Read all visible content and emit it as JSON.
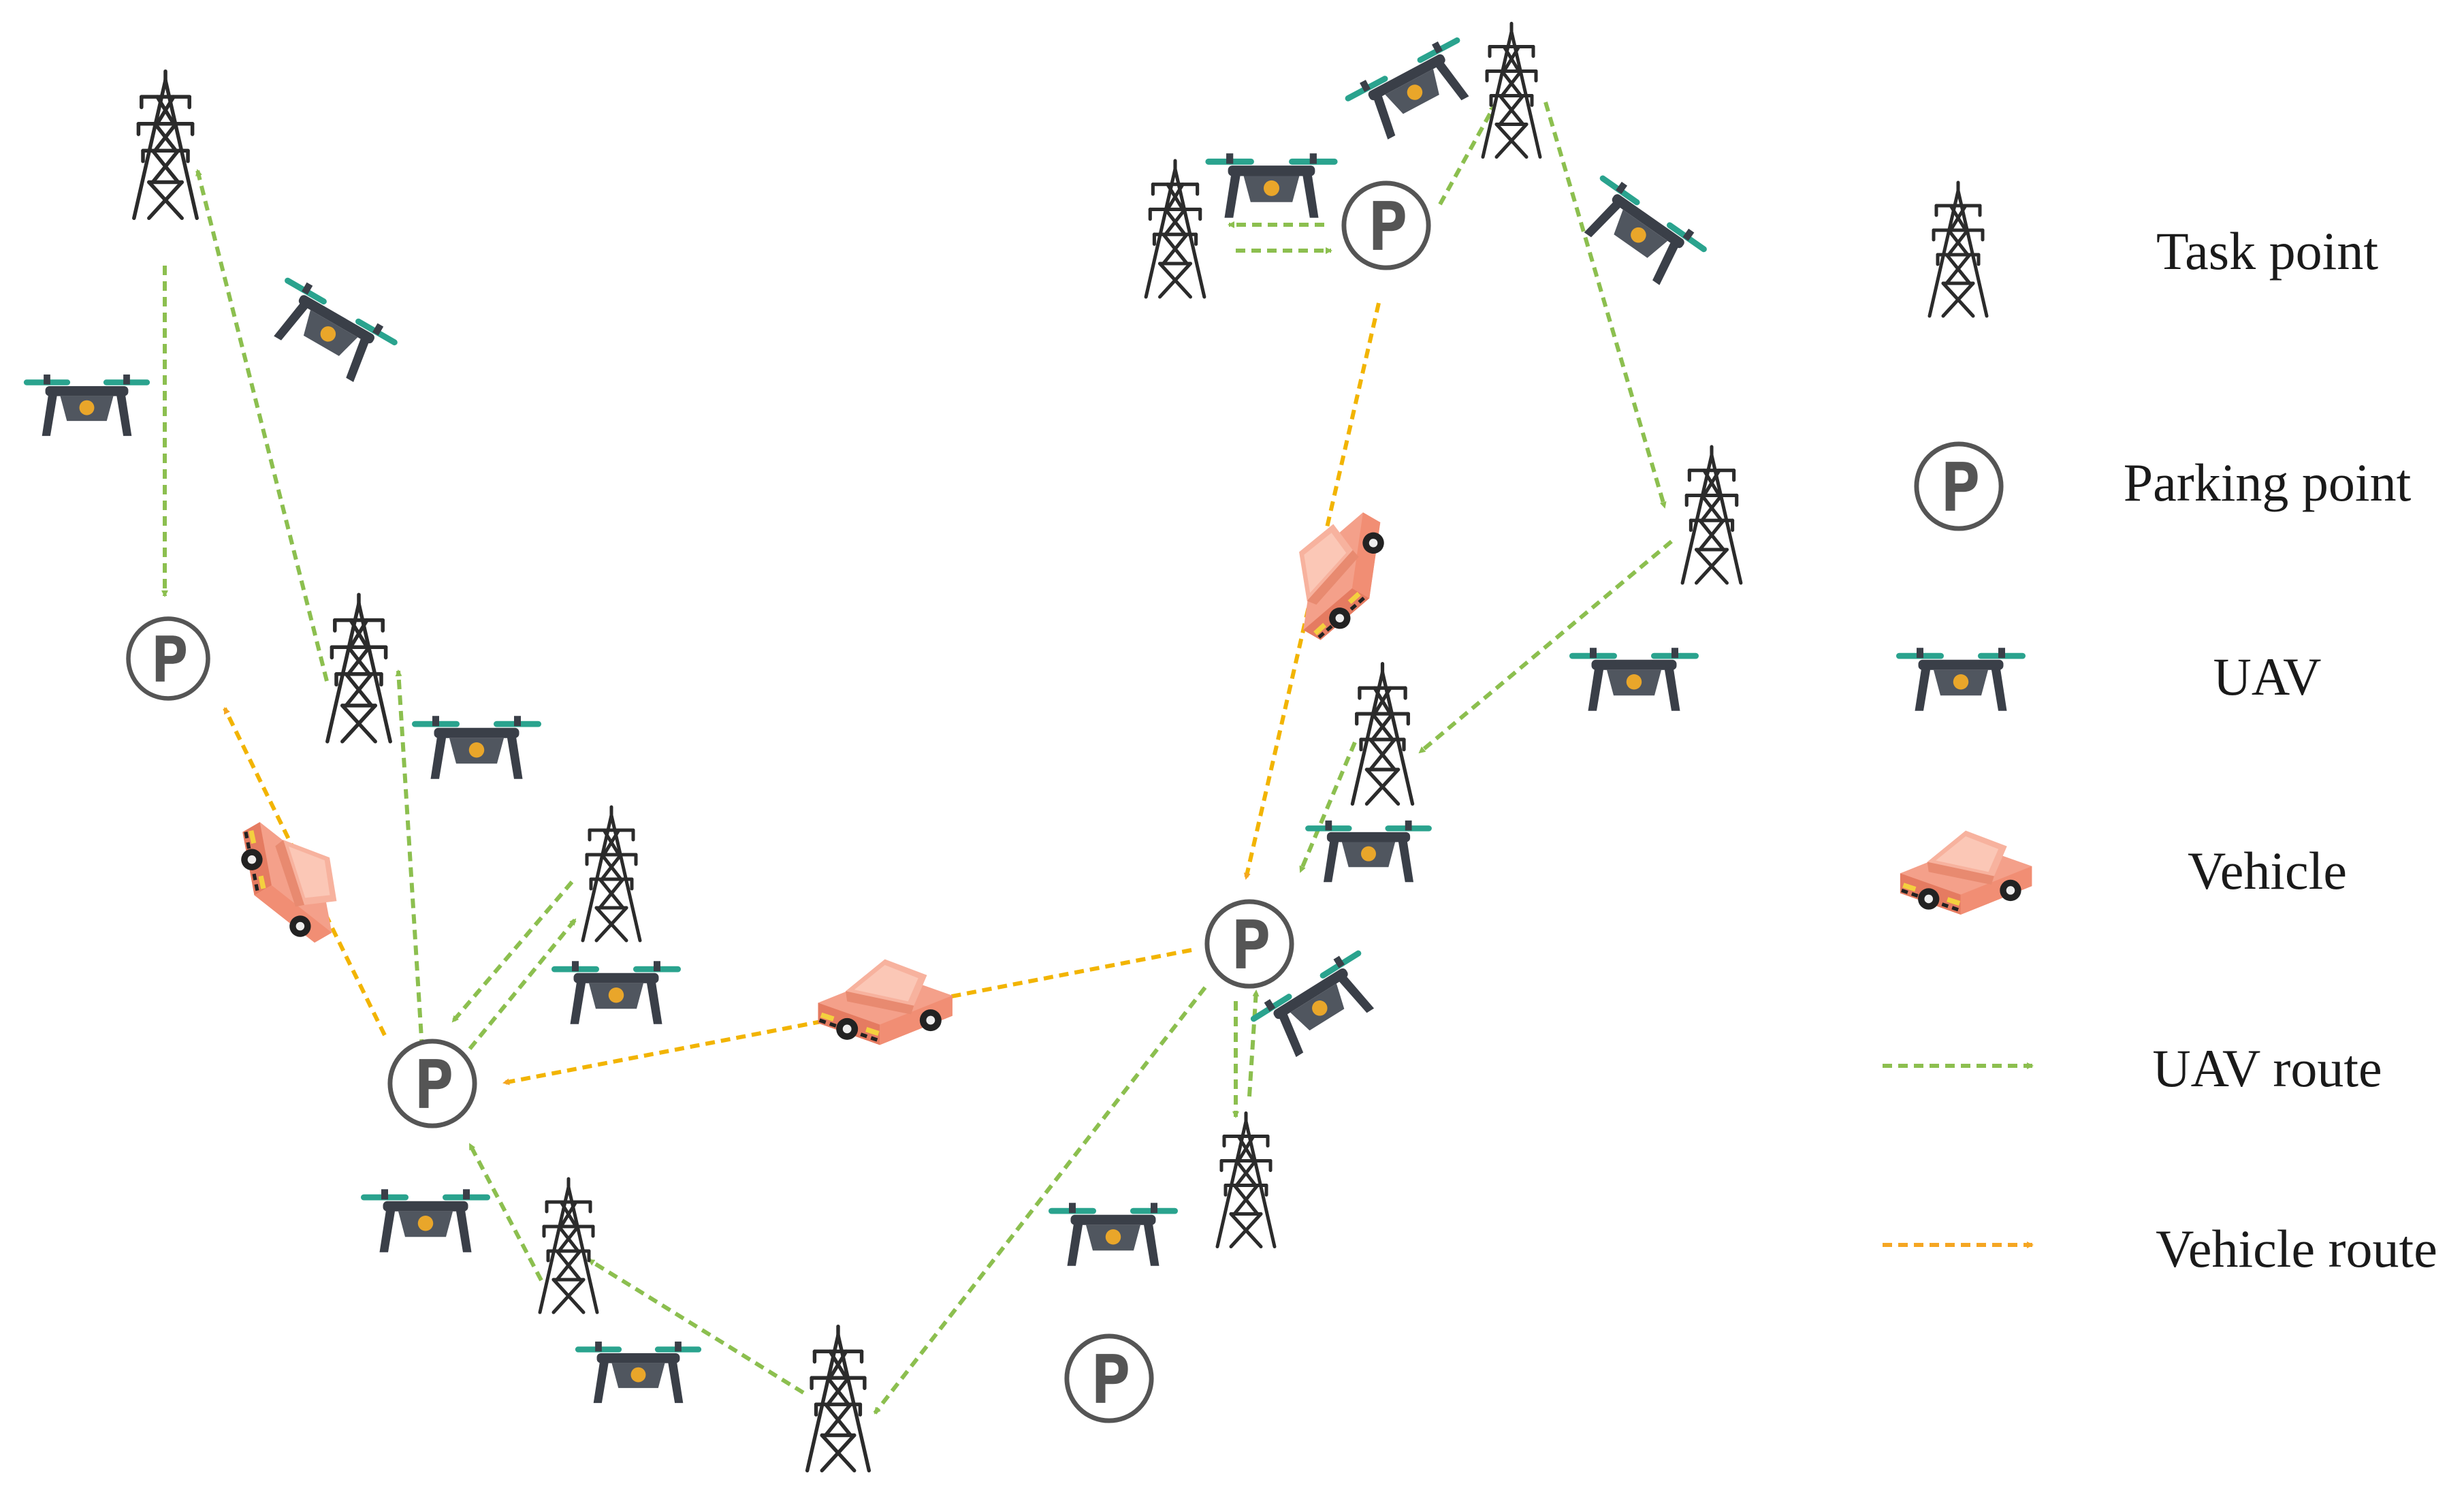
{
  "legend": {
    "task_point": "Task point",
    "parking_point": "Parking point",
    "uav": "UAV",
    "vehicle": "Vehicle",
    "uav_route": "UAV route",
    "vehicle_route": "Vehicle route"
  },
  "parking_symbol": "P",
  "colors": {
    "uav_route": "#8cbf4f",
    "vehicle_route_arrowhead": "#f5a623",
    "vehicle_route_line": "#f2b400",
    "tower": "#2b2b2b",
    "parking_ring": "#555555",
    "uav_rotor": "#2aa38e",
    "uav_body": "#3a3f48",
    "vehicle_body": "#f4a08a"
  }
}
